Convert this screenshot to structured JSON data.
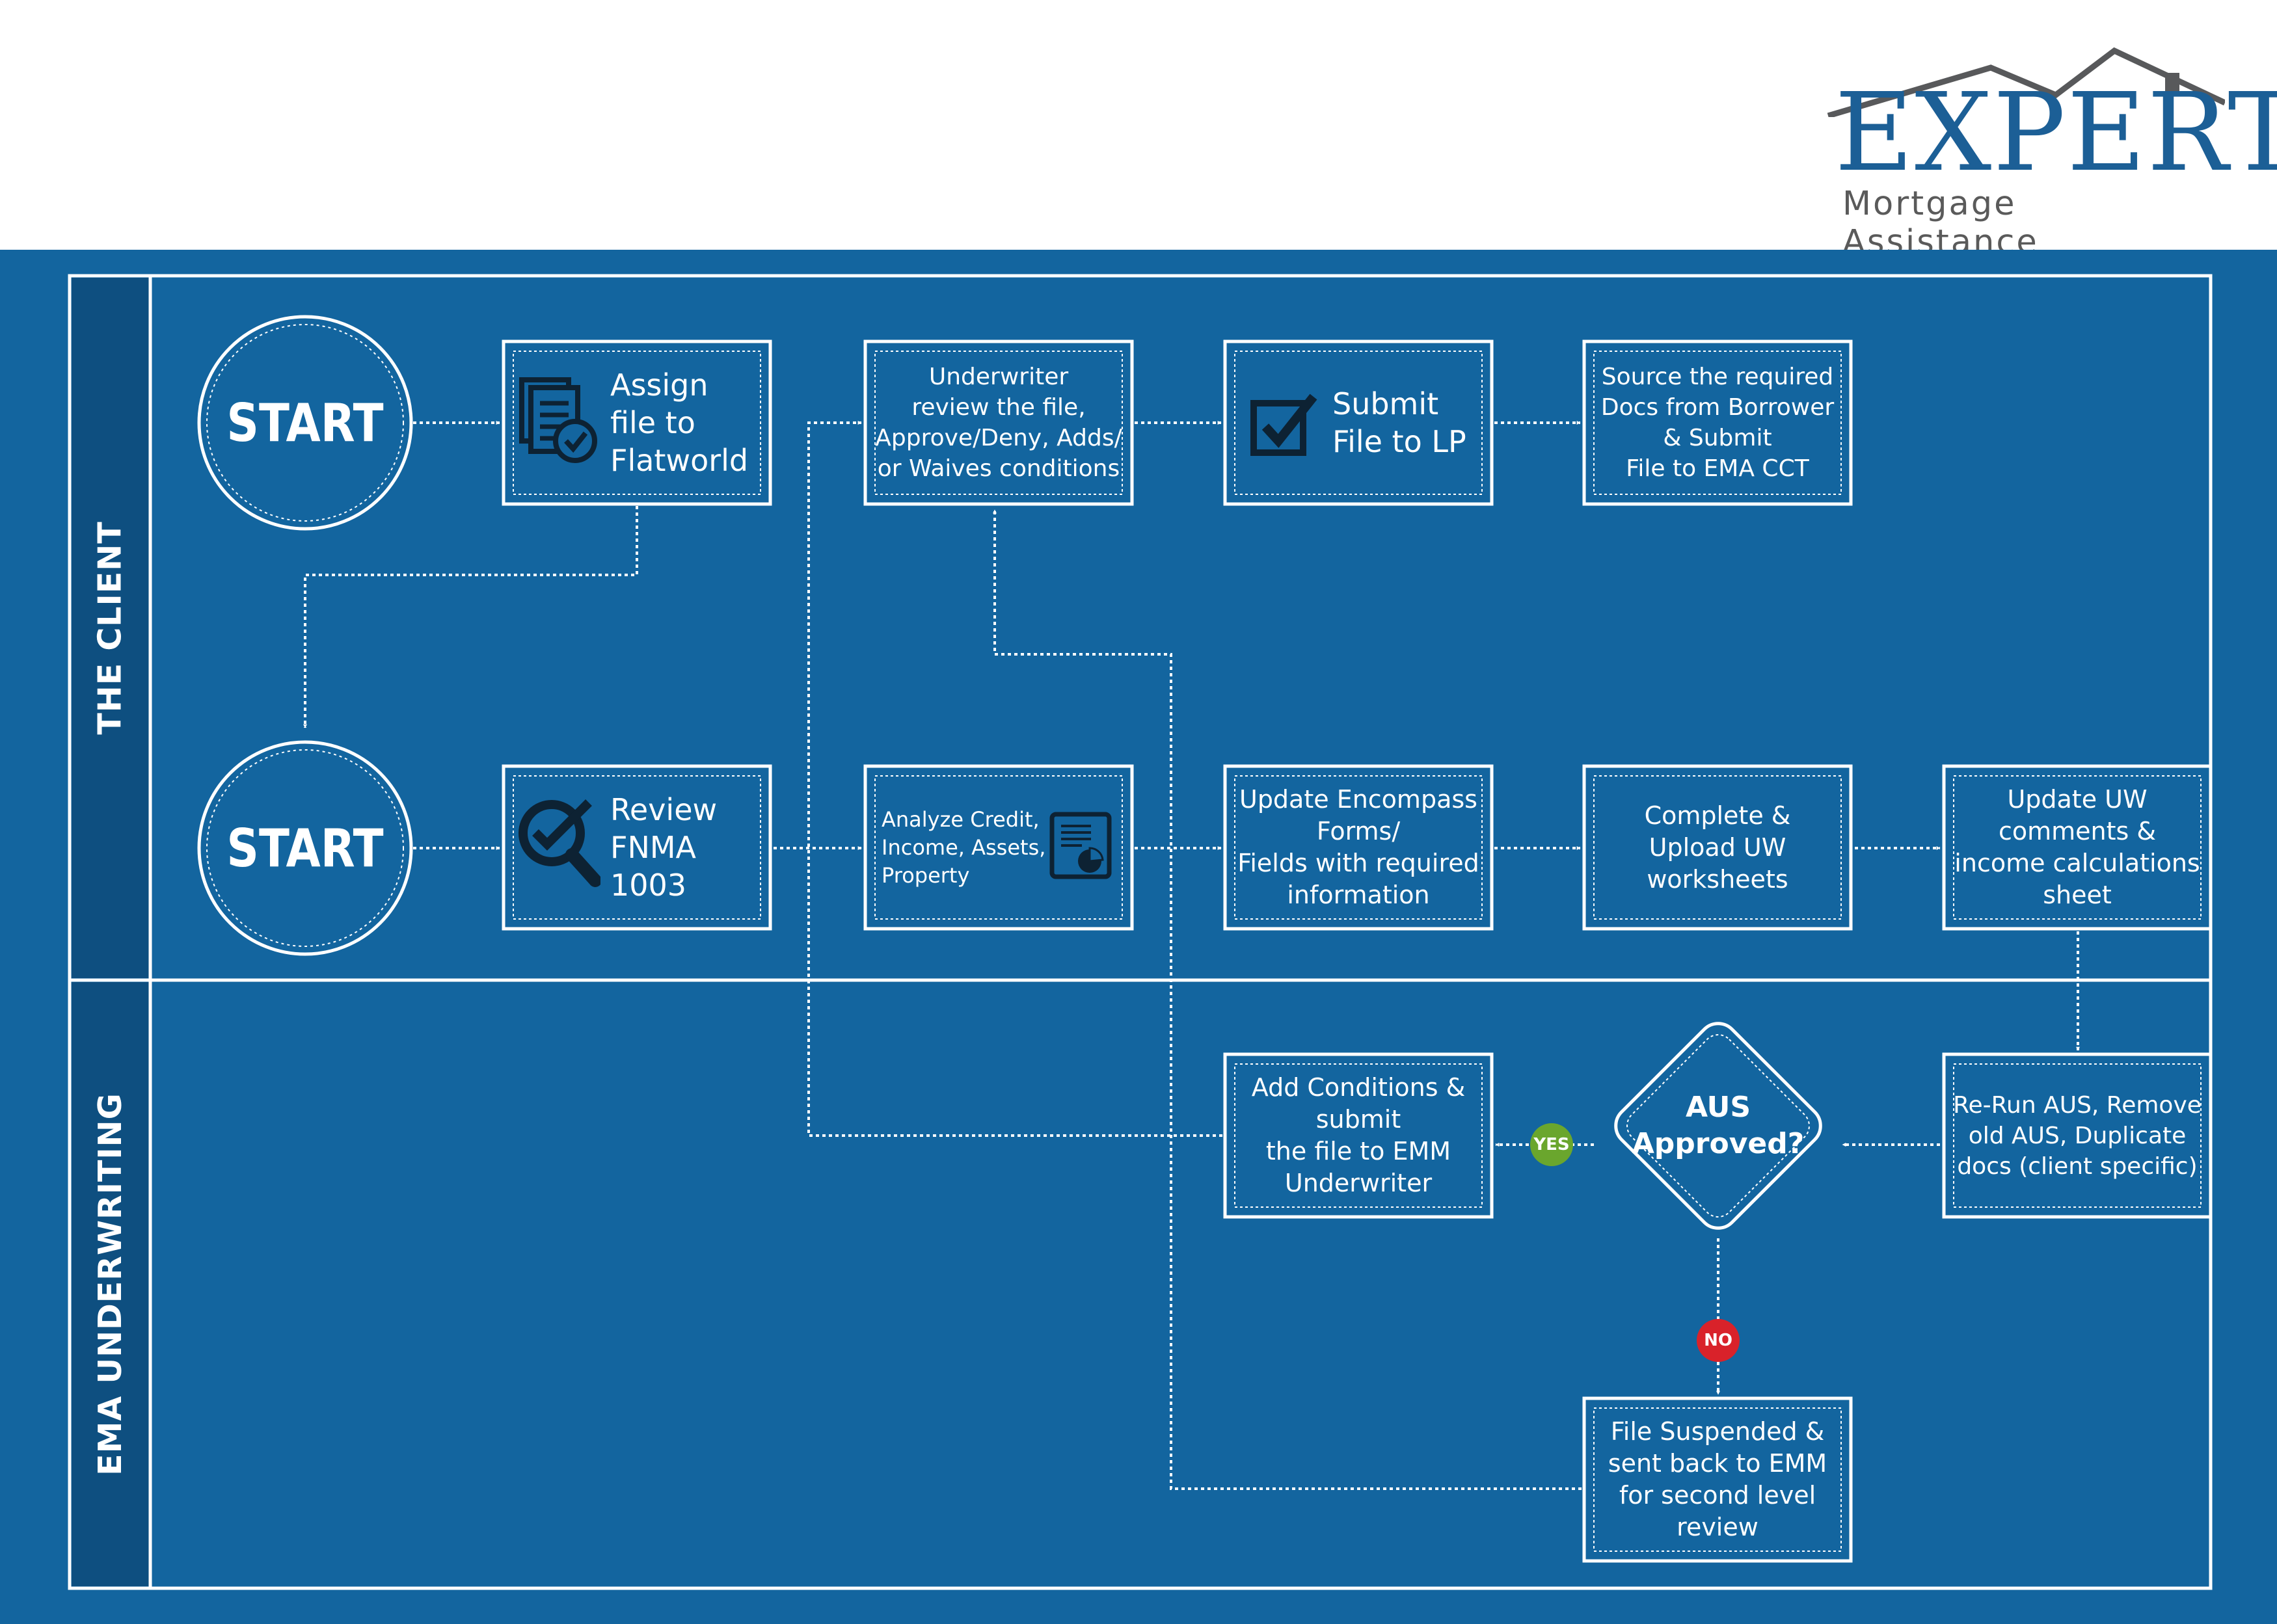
{
  "logo": {
    "brand": "EXPERT",
    "tagline": "Mortgage Assistance"
  },
  "colors": {
    "board": "#13659f",
    "lane_label": "#0e4f80",
    "brand": "#1c5f96",
    "roof": "#58595b",
    "yes": "#6aa62d",
    "no": "#d9222a",
    "icon": "#0d2233"
  },
  "lanes": [
    {
      "label": "THE CLIENT"
    },
    {
      "label": "EMA UNDERWRITING"
    }
  ],
  "client": {
    "start": "START",
    "assign": {
      "text": "Assign\nfile to\nFlatworld",
      "icon": "document-check-icon"
    },
    "review": {
      "text": "Underwriter\nreview the file,\nApprove/Deny, Adds/\nor Waives conditions"
    },
    "submit": {
      "text": "Submit\nFile to LP",
      "icon": "checkbox-icon"
    },
    "source": {
      "text": "Source the required\nDocs from Borrower\n& Submit\nFile to EMA CCT"
    }
  },
  "underwriting": {
    "start": "START",
    "review_fnma": {
      "text": "Review\nFNMA\n1003",
      "icon": "magnifier-check-icon"
    },
    "analyze": {
      "text": "Analyze Credit,\nIncome, Assets,\nProperty",
      "icon": "report-chart-icon"
    },
    "update_encompass": {
      "text": "Update Encompass\nForms/\nFields with required\ninformation"
    },
    "complete_upload": {
      "text": "Complete &\nUpload UW\nworksheets"
    },
    "update_uw": {
      "text": "Update UW\ncomments &\nincome calculations\nsheet"
    },
    "rerun_aus": {
      "text": "Re-Run AUS, Remove\nold AUS, Duplicate\ndocs (client specific)"
    },
    "aus_decision": {
      "text": "AUS\nApproved?"
    },
    "add_conditions": {
      "text": "Add Conditions &\nsubmit\nthe file to EMM\nUnderwriter"
    },
    "suspended": {
      "text": "File Suspended &\nsent back to EMM\nfor second level\nreview"
    },
    "yes": "YES",
    "no": "NO"
  }
}
